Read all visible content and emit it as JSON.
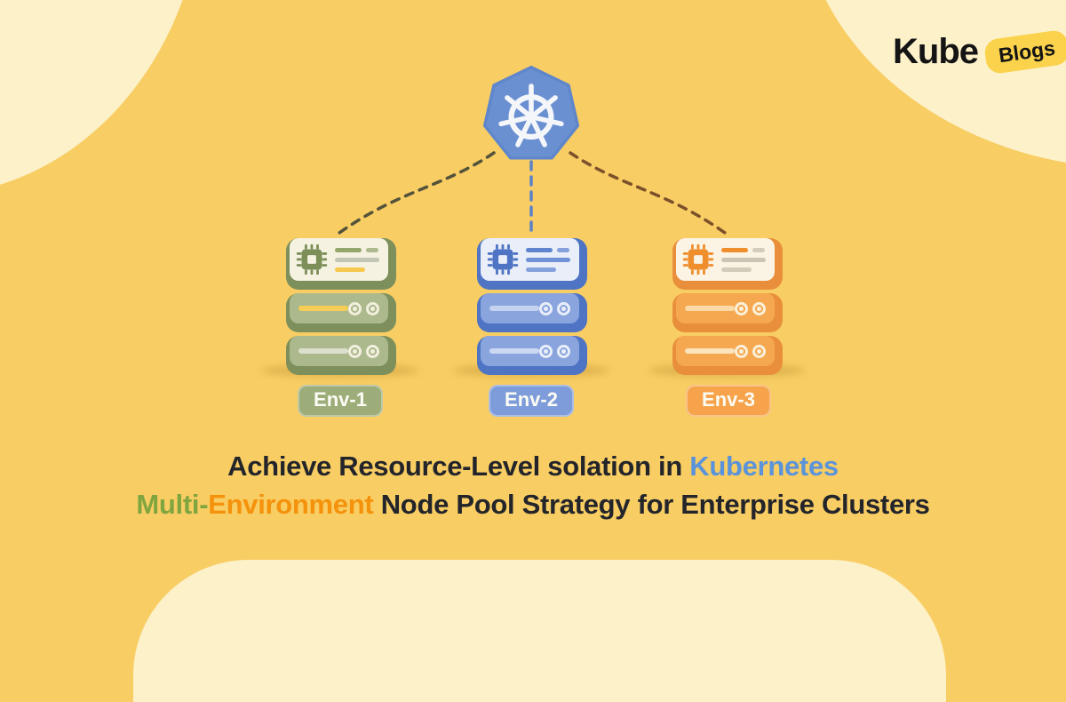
{
  "background": {
    "base": "#F8CD63",
    "blob": "#FCF1C9"
  },
  "brand": {
    "name": "Kube",
    "badge": "Blogs",
    "badge_bg": "#FBD24B",
    "text_color": "#141414"
  },
  "cluster": {
    "icon": "kubernetes-helm-icon",
    "heptagon_fill": "#6A90D2",
    "heptagon_stroke": "#5F86CB",
    "wheel_color": "#F4F6FA"
  },
  "connectors": [
    {
      "to": "Env-1",
      "color": "#53523B"
    },
    {
      "to": "Env-2",
      "color": "#5E82C8"
    },
    {
      "to": "Env-3",
      "color": "#7B502B"
    }
  ],
  "servers": [
    {
      "env": "Env-1",
      "pill_color": "#9CAD7A",
      "palette": {
        "frame": "#7D8F5B",
        "row": "#ABB98D",
        "panel": "#F5F2E2",
        "chip": "#7C8F58",
        "l1a": "#93A66B",
        "l1b": "#ABB98D",
        "l2": "#C2C6B4",
        "l3": "#F6C84D",
        "bar1": "#F6CD55",
        "bar2": "#DCDFCB",
        "dot": "#F2EFDE"
      }
    },
    {
      "env": "Env-2",
      "pill_color": "#7E9CD9",
      "palette": {
        "frame": "#4E74C3",
        "row": "#8AA5DE",
        "panel": "#E9EEF9",
        "chip": "#4E74C3",
        "l1a": "#5F84CD",
        "l1b": "#84A1DB",
        "l2": "#6F92D4",
        "l3": "#84A1DB",
        "bar1": "#C5D3F0",
        "bar2": "#CBD8F2",
        "dot": "#E9EEF9"
      }
    },
    {
      "env": "Env-3",
      "pill_color": "#F6A34B",
      "palette": {
        "frame": "#E98F3C",
        "row": "#F5A84F",
        "panel": "#FBF3E3",
        "chip": "#EE8E2C",
        "l1a": "#EE8E2C",
        "l1b": "#D3CCBA",
        "l2": "#CCC5B4",
        "l3": "#D3CCBA",
        "bar1": "#FBD9A6",
        "bar2": "#FBE3BD",
        "dot": "#FBF0D9"
      }
    }
  ],
  "title": {
    "line1": [
      {
        "text": "Achieve Resource-Level solation in ",
        "color": "#23252B"
      },
      {
        "text": "Kubernetes",
        "color": "#5B93DB"
      }
    ],
    "line2": [
      {
        "text": "Multi-",
        "color": "#7FA53F"
      },
      {
        "text": "Environment",
        "color": "#F5920C"
      },
      {
        "text": " Node Pool Strategy for Enterprise Clusters",
        "color": "#23252B"
      }
    ]
  }
}
